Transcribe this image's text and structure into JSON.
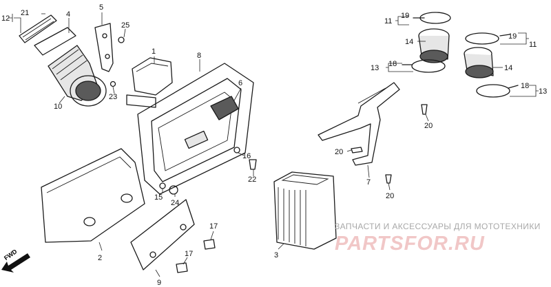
{
  "watermark": {
    "caption": "ЗАПЧАСТИ И АКСЕССУАРЫ ДЛЯ МОТОТЕХНИКИ",
    "logo": "PARTSFOR.RU"
  },
  "direction_marker": "FWD",
  "callouts": {
    "c1": "1",
    "c2": "2",
    "c3": "3",
    "c4": "4",
    "c5": "5",
    "c6": "6",
    "c7": "7",
    "c8": "8",
    "c9": "9",
    "c10": "10",
    "c11a": "11",
    "c11b": "11",
    "c12": "12",
    "c13a": "13",
    "c13b": "13",
    "c14a": "14",
    "c14b": "14",
    "c15": "15",
    "c16": "16",
    "c17a": "17",
    "c17b": "17",
    "c18a": "18",
    "c18b": "18",
    "c19a": "19",
    "c19b": "19",
    "c20a": "20",
    "c20b": "20",
    "c20c": "20",
    "c21": "21",
    "c22": "22",
    "c23": "23",
    "c24": "24",
    "c25": "25"
  }
}
